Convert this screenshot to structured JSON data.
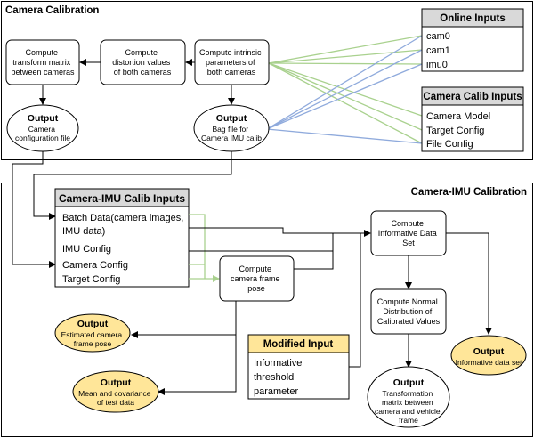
{
  "sections": {
    "top_title": "Camera Calibration",
    "bottom_title": "Camera-IMU Calibration"
  },
  "online_inputs": {
    "header": "Online Inputs",
    "items": [
      "cam0",
      "cam1",
      "imu0"
    ]
  },
  "camera_calib_inputs": {
    "header": "Camera Calib Inputs",
    "items": [
      "Camera Model",
      "Target Config",
      "File Config"
    ]
  },
  "process_boxes": {
    "transform": [
      "Compute",
      "transform matrix",
      "between cameras"
    ],
    "distortion": [
      "Compute",
      "distortion values",
      "of both cameras"
    ],
    "intrinsic": [
      "Compute intrinsic",
      "parameters of",
      "both cameras"
    ],
    "camera_frame_pose": [
      "Compute",
      "camera frame",
      "pose"
    ],
    "informative_data_set": [
      "Compute",
      "Informative Data",
      "Set"
    ],
    "normal_distribution": [
      "Compute Normal",
      "Distribution of",
      "Calibrated Values"
    ]
  },
  "outputs": {
    "camera_config_file": {
      "title": "Output",
      "lines": [
        "Camera",
        "configuration file"
      ]
    },
    "bag_file": {
      "title": "Output",
      "lines": [
        "Bag file for",
        "Camera IMU calib"
      ]
    },
    "estimated_pose": {
      "title": "Output",
      "lines": [
        "Estimated camera",
        "frame pose"
      ]
    },
    "mean_cov": {
      "title": "Output",
      "lines": [
        "Mean and covariance",
        "of test data"
      ]
    },
    "transformation_matrix": {
      "title": "Output",
      "lines": [
        "Transformation",
        "matrix between",
        "camera and vehicle",
        "frame"
      ]
    },
    "informative_data_set": {
      "title": "Output",
      "lines": [
        "Informative data set"
      ]
    }
  },
  "camera_imu_calib_inputs": {
    "header": "Camera-IMU Calib Inputs",
    "items": [
      "Batch Data(camera images,",
      "IMU data)",
      "IMU Config",
      "Camera Config",
      "Target Config"
    ]
  },
  "modified_input": {
    "header": "Modified Input",
    "lines": [
      "Informative",
      "threshold",
      "parameter"
    ]
  },
  "colors": {
    "green_line": "#a9d18e",
    "blue_line": "#8faadc",
    "header_fill": "#d9d9d9",
    "output_yellow": "#ffe699",
    "modified_fill": "#ffe699"
  }
}
